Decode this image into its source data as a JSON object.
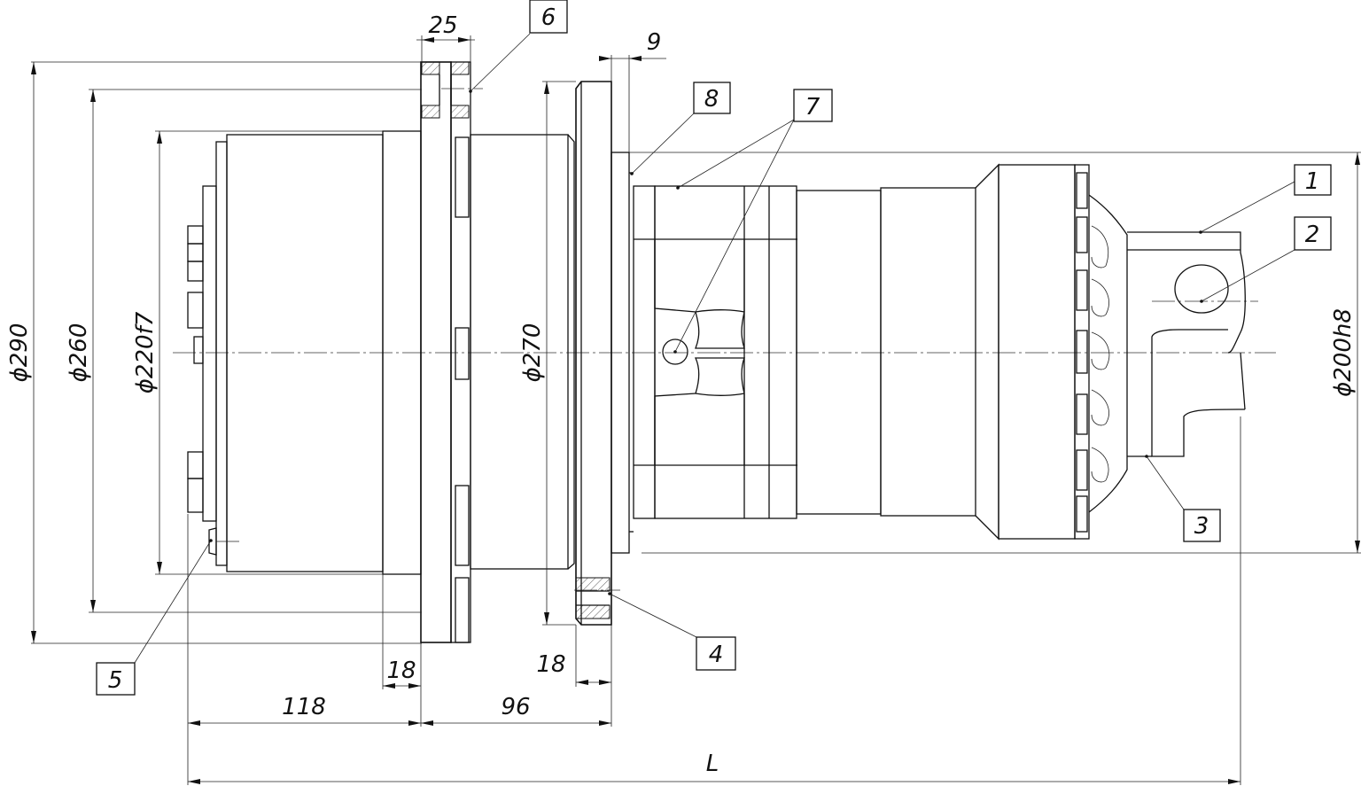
{
  "drawing": {
    "callouts": [
      "1",
      "2",
      "3",
      "4",
      "5",
      "6",
      "7",
      "8"
    ],
    "diameters": {
      "d290": "ϕ290",
      "d260": "ϕ260",
      "d220": "ϕ220f7",
      "d270": "ϕ270",
      "d200": "ϕ200h8"
    },
    "lengths": {
      "top_flange": "25",
      "top_gap": "9",
      "bottom_left_18": "18",
      "bottom_right_18": "18",
      "len_118": "118",
      "len_96": "96",
      "overall": "L"
    }
  }
}
